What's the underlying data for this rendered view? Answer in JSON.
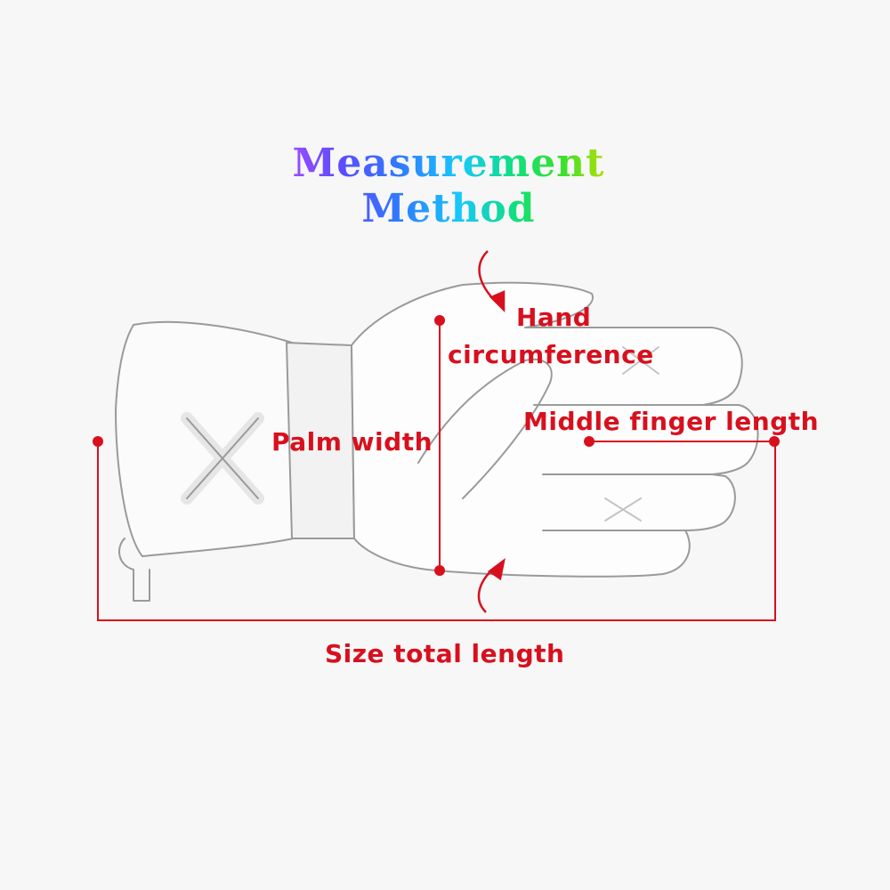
{
  "title": "Measurement Method",
  "labels": {
    "hand_circumference_line1": "Hand",
    "hand_circumference_line2": "circumference",
    "palm_width": "Palm width",
    "middle_finger_length": "Middle finger length",
    "size_total_length": "Size total length"
  },
  "colors": {
    "accent": "#d8101e",
    "background": "#f7f7f7",
    "title_gradient": [
      "#ff2fd0",
      "#5a4dff",
      "#17c7ff",
      "#3fe02a",
      "#ff7a1a"
    ]
  },
  "icons": {
    "glove": "glove-sketch-icon",
    "arrows": "curved-arrow-icon"
  }
}
